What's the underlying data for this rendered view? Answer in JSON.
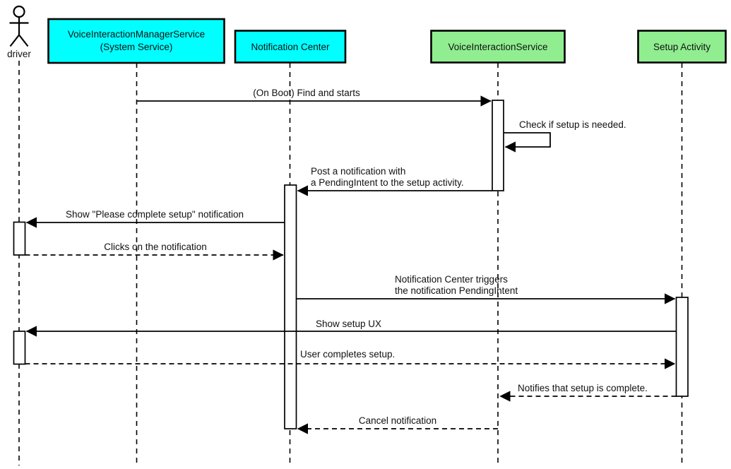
{
  "diagram_type": "uml-sequence",
  "colors": {
    "box_cyan": "#00ffff",
    "box_green": "#90ee90",
    "stroke": "#000000",
    "background": "#ffffff",
    "text": "#111111"
  },
  "actor": {
    "label": "driver"
  },
  "participants": [
    {
      "id": "voice-interaction-manager-service",
      "label_line1": "VoiceInteractionManagerService",
      "label_line2": "(System Service)",
      "fill": "#00ffff"
    },
    {
      "id": "notification-center",
      "label": "Notification Center",
      "fill": "#00ffff"
    },
    {
      "id": "voice-interaction-service",
      "label": "VoiceInteractionService",
      "fill": "#90ee90"
    },
    {
      "id": "setup-activity",
      "label": "Setup Activity",
      "fill": "#90ee90"
    }
  ],
  "messages": [
    {
      "from": "voice-interaction-manager-service",
      "to": "voice-interaction-service",
      "label": "(On Boot) Find and starts",
      "line": "solid"
    },
    {
      "from": "voice-interaction-service",
      "to": "voice-interaction-service",
      "label": "Check if setup is needed.",
      "line": "solid",
      "self_message": true
    },
    {
      "from": "voice-interaction-service",
      "to": "notification-center",
      "label_line1": "Post a notification with",
      "label_line2": "a PendingIntent to the setup activity.",
      "line": "solid"
    },
    {
      "from": "notification-center",
      "to": "driver",
      "label": "Show \"Please complete setup\" notification",
      "line": "solid"
    },
    {
      "from": "driver",
      "to": "notification-center",
      "label": "Clicks on the notification",
      "line": "dashed"
    },
    {
      "from": "notification-center",
      "to": "setup-activity",
      "label_line1": "Notification Center triggers",
      "label_line2": "the notification PendingIntent",
      "line": "solid"
    },
    {
      "from": "setup-activity",
      "to": "driver",
      "label": "Show setup UX",
      "line": "solid"
    },
    {
      "from": "driver",
      "to": "setup-activity",
      "label": "User completes setup.",
      "line": "dashed"
    },
    {
      "from": "setup-activity",
      "to": "voice-interaction-service",
      "label": "Notifies that setup is complete.",
      "line": "dashed"
    },
    {
      "from": "voice-interaction-service",
      "to": "notification-center",
      "label": "Cancel notification",
      "line": "dashed"
    }
  ]
}
